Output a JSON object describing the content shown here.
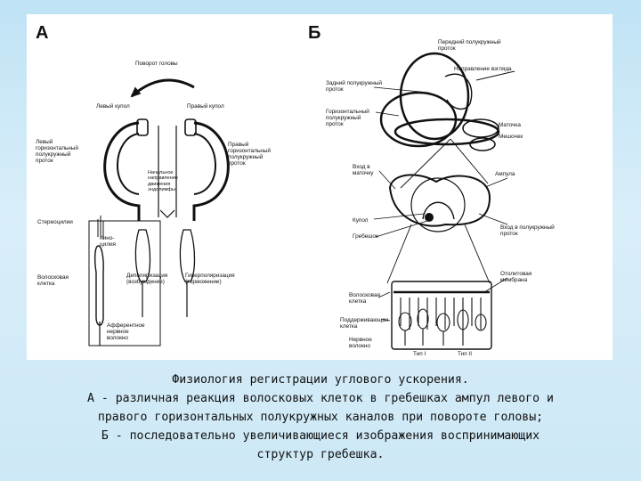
{
  "panel_a": {
    "letter": "А",
    "labels": {
      "head_turn": "Поворот головы",
      "left_cupula": "Левый купол",
      "right_cupula": "Правый купол",
      "left_canal": "Левый\nгоризонтальный\nполукружный\nпроток",
      "right_canal": "Правый\nгоризонтальный\nполукружный\nпроток",
      "initial_flow": "Начальное\nнаправление\nдвижения\nэндолимфы",
      "stereocilia": "Стереоцилии",
      "kinocilium": "Кино-\nцилия",
      "hair_cell": "Волосковая\nклетка",
      "depolarization": "Деполяризация\n(возбуждение)",
      "hyperpolarization": "Гиперполяризация\n(торможение)",
      "afferent": "Афферентное\nнервное\nволокно"
    }
  },
  "panel_b": {
    "letter": "Б",
    "labels": {
      "anterior_canal": "Передний полукружный\nпроток",
      "gaze": "Направление взгляда",
      "posterior_canal": "Задний полукружный\nпроток",
      "horizontal_canal": "Горизонтальный\nполукружный\nпроток",
      "utricle": "Маточка",
      "saccule": "Мешочек",
      "utricle_entry": "Вход в\nматочку",
      "ampulla": "Ампула",
      "cupula": "Купол",
      "crista": "Гребешок",
      "canal_entry": "Вход в полукружный\nпроток",
      "otolith": "Отолитовая\nмембрана",
      "hair_cell": "Волосковая\nклетка",
      "support_cell": "Поддерживающая\nклетка",
      "nerve_fiber": "Нервное\nволокно",
      "type1": "Тип I",
      "type2": "Тип II"
    }
  },
  "caption": {
    "line1": "Физиология регистрации углового ускорения.",
    "line2": "А - различная реакция волосковых клеток в гребешках ампул левого и",
    "line3": "правого горизонтальных полукружных каналов при повороте головы;",
    "line4": "Б - последовательно увеличивающиеся изображения воспринимающих",
    "line5": "структур гребешка."
  }
}
